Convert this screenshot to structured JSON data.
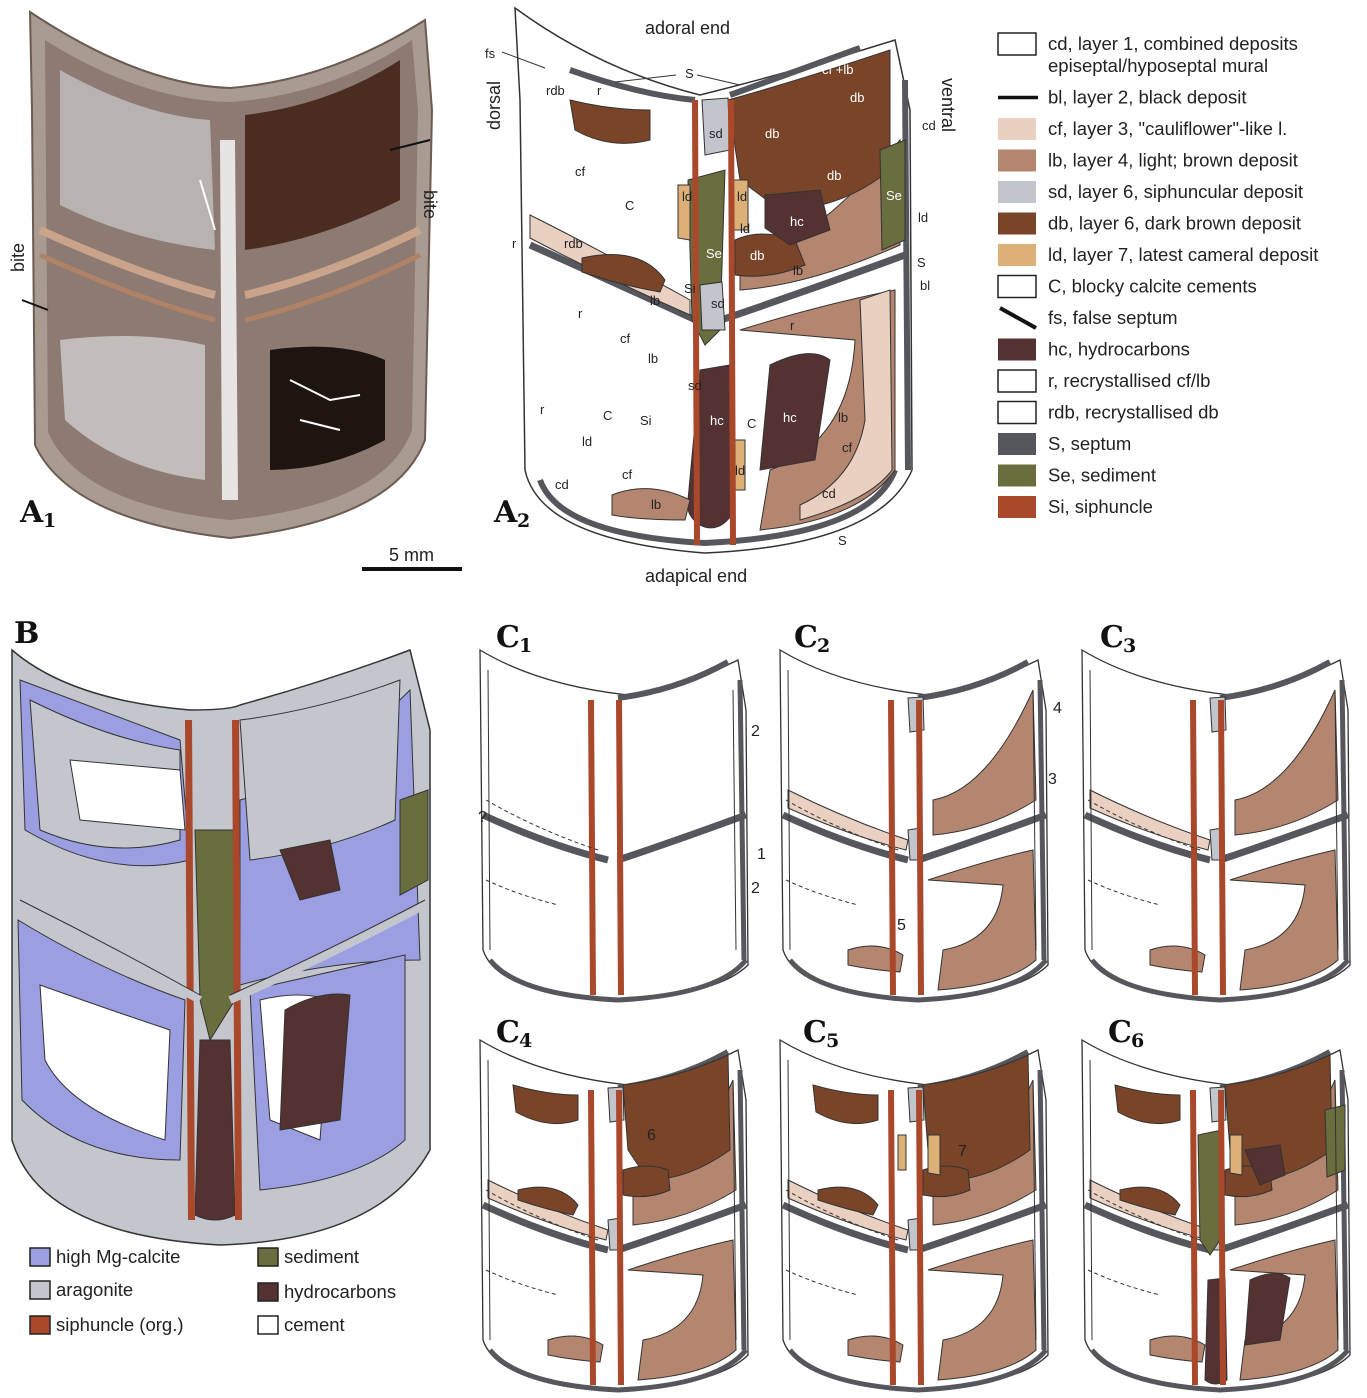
{
  "colors": {
    "cd": "#ffffff",
    "bl": "#111111",
    "cf": "#ead0c0",
    "lb": "#b48670",
    "sd": "#c2c5cb",
    "db": "#7a4428",
    "ld": "#ddb078",
    "C": "#ffffff",
    "hc": "#553232",
    "S": "#55575c",
    "Se": "#6a6d3e",
    "Si": "#a9482a",
    "mg": "#9b9ee0",
    "arag": "#c3c6cc",
    "photo": "#9a8a80",
    "photoDark": "#3a2a22"
  },
  "panels": {
    "A1": {
      "letter": "A",
      "sub": "1"
    },
    "A2": {
      "letter": "A",
      "sub": "2"
    },
    "B": {
      "letter": "B"
    },
    "C1": {
      "letter": "C",
      "sub": "1"
    },
    "C2": {
      "letter": "C",
      "sub": "2"
    },
    "C3": {
      "letter": "C",
      "sub": "3"
    },
    "C4": {
      "letter": "C",
      "sub": "4"
    },
    "C5": {
      "letter": "C",
      "sub": "5"
    },
    "C6": {
      "letter": "C",
      "sub": "6"
    }
  },
  "photo": {
    "bite_left": "bite",
    "bite_right": "bite",
    "scale": "5 mm"
  },
  "diagram": {
    "adoral": "adoral end",
    "adapical": "adapical end",
    "dorsal": "dorsal",
    "ventral": "ventral",
    "labels": {
      "fs": "fs",
      "S": "S",
      "r": "r",
      "rdb": "rdb",
      "cf": "cf",
      "C": "C",
      "sd": "sd",
      "db": "db",
      "ld": "ld",
      "hc": "hc",
      "Se": "Se",
      "Si": "Si",
      "lb": "lb",
      "cd": "cd",
      "bl": "bl",
      "cflb": "cf +lb"
    }
  },
  "legend": [
    {
      "key": "cd",
      "line1": "cd, layer 1, combined deposits",
      "line2": "episeptal/hyposeptal mural"
    },
    {
      "key": "bl",
      "line1": "bl, layer 2, black deposit"
    },
    {
      "key": "cf",
      "line1": "cf, layer 3, \"cauliflower\"-like l."
    },
    {
      "key": "lb",
      "line1": "lb, layer 4, light; brown deposit"
    },
    {
      "key": "sd",
      "line1": "sd, layer 6, siphuncular deposit"
    },
    {
      "key": "db",
      "line1": "db, layer 6, dark brown deposit"
    },
    {
      "key": "ld",
      "line1": "ld, layer 7, latest cameral deposit"
    },
    {
      "key": "C",
      "line1": "C, blocky calcite cements"
    },
    {
      "key": "fs",
      "line1": "fs, false septum"
    },
    {
      "key": "hc",
      "line1": "hc, hydrocarbons"
    },
    {
      "key": "r",
      "line1": "r, recrystallised cf/lb"
    },
    {
      "key": "rdb",
      "line1": "rdb, recrystallised db"
    },
    {
      "key": "S",
      "line1": "S, septum"
    },
    {
      "key": "Se",
      "line1": "Se, sediment"
    },
    {
      "key": "Si",
      "line1": "Si, siphuncle"
    }
  ],
  "legendB": [
    {
      "key": "mg",
      "label": "high Mg-calcite"
    },
    {
      "key": "arag",
      "label": "aragonite"
    },
    {
      "key": "Si",
      "label": "siphuncle (org.)"
    },
    {
      "key": "Se",
      "label": "sediment"
    },
    {
      "key": "hc",
      "label": "hydrocarbons"
    },
    {
      "key": "C",
      "label": "cement"
    }
  ],
  "stage_numbers": {
    "n1": "1",
    "n2": "2",
    "n3": "3",
    "n4": "4",
    "n5": "5",
    "n6": "6",
    "n7": "7",
    "nq": "?"
  }
}
